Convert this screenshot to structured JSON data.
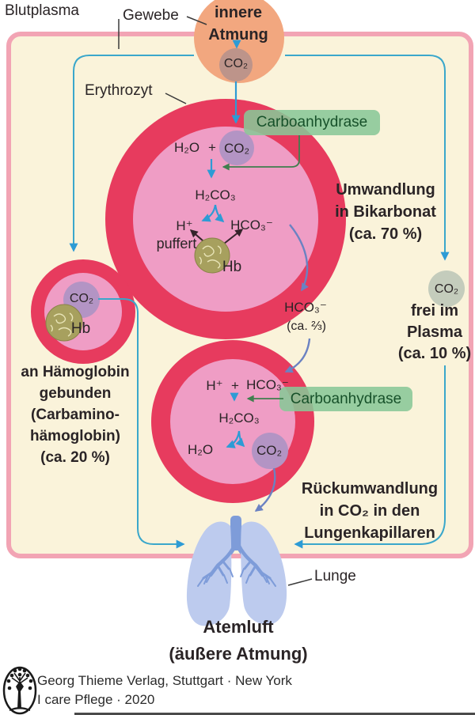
{
  "palette": {
    "plasma_fill": "#faf3da",
    "plasma_border": "#f2a4b4",
    "cell_ring_red": "#e73b5e",
    "cell_fill_pink": "#ef9dc5",
    "enzyme_pill_green": "#89c797",
    "enzyme_text_green": "#17512a",
    "line_teal": "#3aa7cb",
    "arrow_blue": "#2d9bd5",
    "arrow_slate": "#6b82c2",
    "arrow_green": "#3f7f4e",
    "tissue_orange": "#f2a77f",
    "co2_membrane_circle": "#bd948a",
    "co2_purple_circle": "#b394c4",
    "co2_plasma_circle": "#c4ccbc",
    "hb_blob": "#a7a05e",
    "lung_fill": "#bdcbee",
    "lung_bronchi": "#7e9cd9",
    "text": "#2a2426"
  },
  "labels": {
    "blutplasma": "Blutplasma",
    "gewebe": "Gewebe",
    "innere_atmung": [
      "innere",
      "Atmung"
    ],
    "erythrozyt": "Erythrozyt",
    "lunge": "Lunge",
    "puffert": "puffert",
    "hb": "Hb",
    "enzyme": "Carboanhydrase",
    "plus": "+"
  },
  "molecules": {
    "co2": "CO₂",
    "h2o": "H₂O",
    "h2co3": "H₂CO₃",
    "hco3": "HCO₃⁻",
    "h": "H⁺"
  },
  "annotations": {
    "bikarbonat": [
      "Umwandlung",
      "in Bikarbonat",
      "(ca. 70 %)"
    ],
    "frei_plasma": [
      "frei im",
      "Plasma",
      "(ca. 10 %)"
    ],
    "carbamino": [
      "an Hämoglobin",
      "gebunden",
      "(Carbamino-",
      "hämoglobin)",
      "(ca. 20 %)"
    ],
    "hco3_mid": [
      "HCO₃⁻",
      "(ca. ⅔)"
    ],
    "rueckumwandlung": [
      "Rückumwandlung",
      "in CO₂ in den",
      "Lungenkapillaren"
    ],
    "atemluft": [
      "Atemluft",
      "(äußere Atmung)"
    ]
  },
  "footer": {
    "publisher": "Georg Thieme Verlag, Stuttgart · New York",
    "source": "I care Pflege · 2020"
  }
}
